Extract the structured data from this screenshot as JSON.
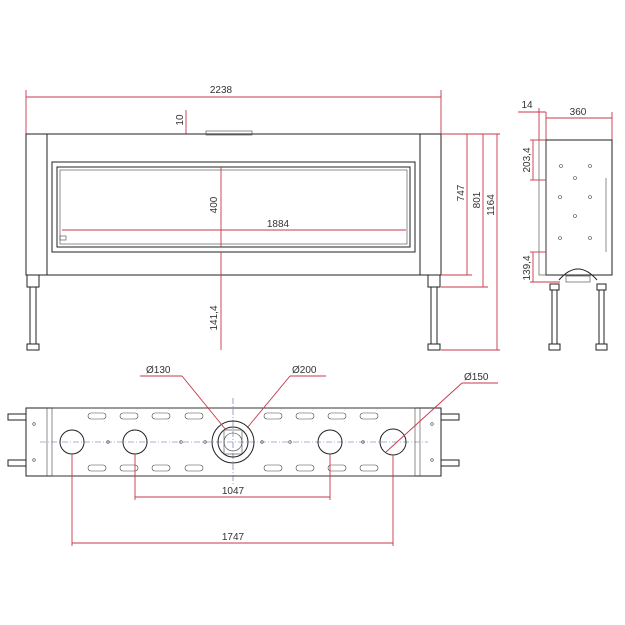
{
  "front_view": {
    "overall_width": "2238",
    "top_gap": "10",
    "glass_height": "400",
    "glass_width": "1884",
    "leg_height": "141,4",
    "height_747": "747",
    "height_801": "801",
    "height_1164": "1164"
  },
  "side_view": {
    "offset_14": "14",
    "depth_360": "360",
    "top_offset": "203,4",
    "bottom_offset": "139,4"
  },
  "top_view": {
    "diameter_130": "Ø130",
    "diameter_200": "Ø200",
    "diameter_150": "Ø150",
    "spacing_1047": "1047",
    "spacing_1747": "1747"
  },
  "colors": {
    "dimension": "#c8374a",
    "outline": "#222222",
    "centerline": "#5566aa"
  }
}
